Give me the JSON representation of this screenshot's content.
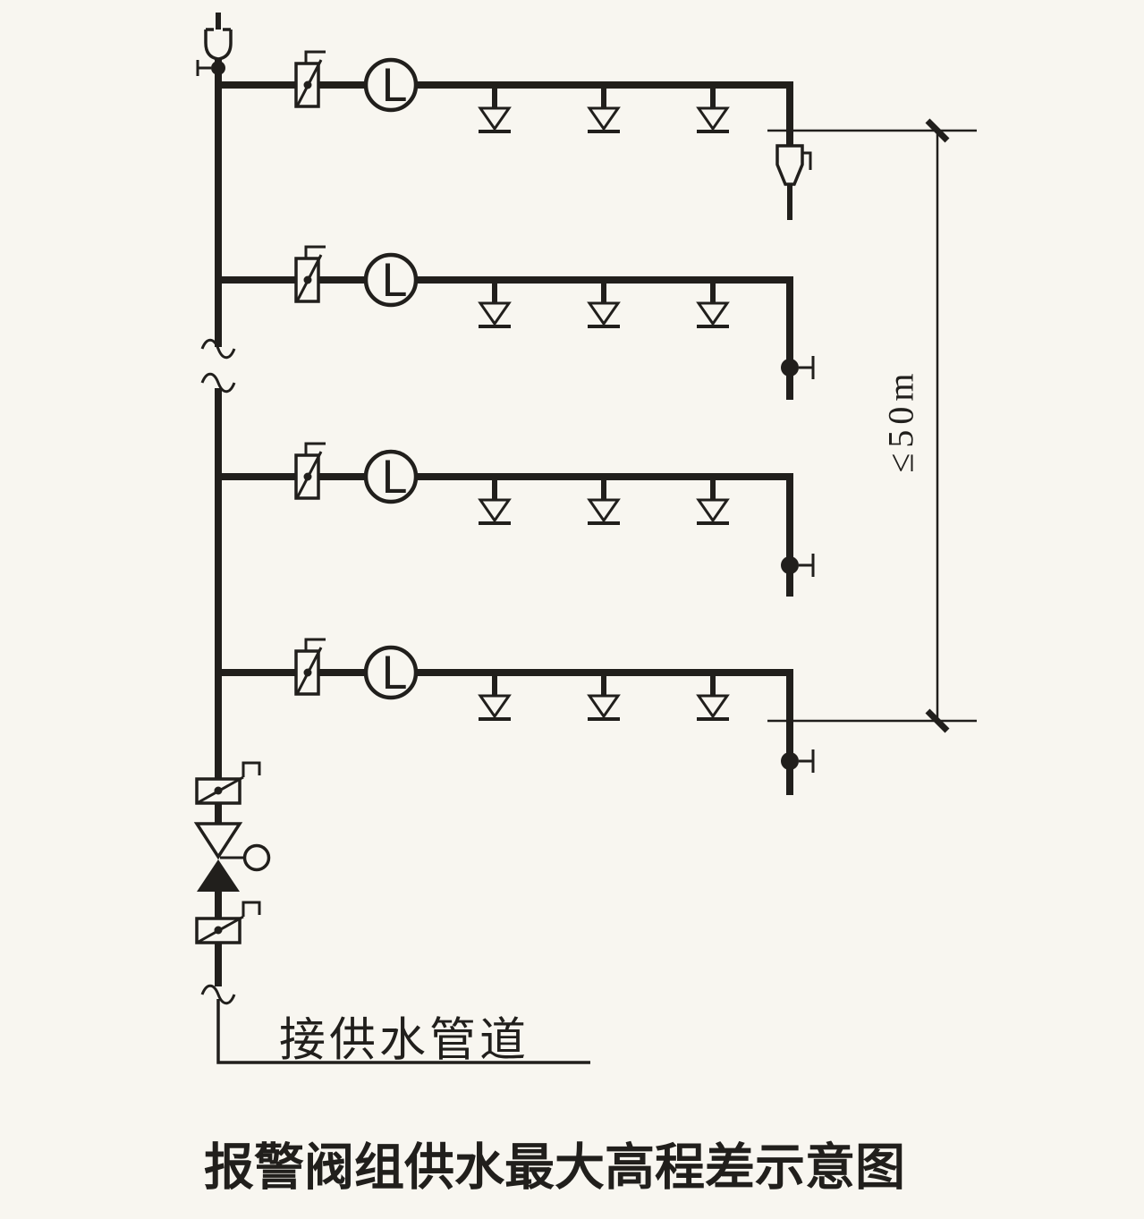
{
  "colors": {
    "paper": "#f8f6f0",
    "ink": "#211f1c"
  },
  "labels": {
    "title": "报警阀组供水最大高程差示意图",
    "supply_pipe": "接供水管道",
    "max_elevation": "≤50m",
    "flow_indicator_letter": "L"
  },
  "icons": {
    "air-vent-icon": "automatic air vent cup on riser top",
    "signal-valve-icon": "gate valve rectangle with diagonal stem and monitor flag",
    "flow-indicator-icon": "water flow indicator circle with letter L",
    "sprinkler-icon": "open sprinkler head (down triangle over bar)",
    "test-valve-icon": "filled dot with tee handle",
    "drain-funnel-icon": "end test drain funnel",
    "alarm-check-valve-icon": "paired triangles (alarm check valve)",
    "pressure-gauge-icon": "small circle gauge",
    "pipe-break-icon": "tilde pipe break",
    "dimension-tick-icon": "oblique dimension tick"
  }
}
